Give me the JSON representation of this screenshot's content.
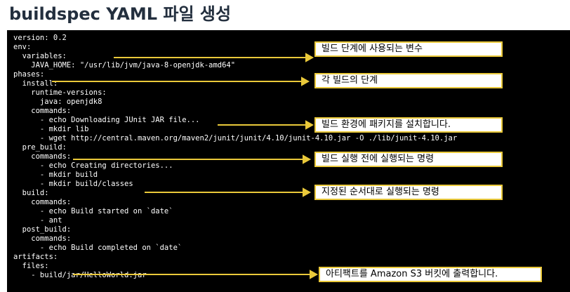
{
  "header": {
    "title": "buildspec YAML 파일 생성"
  },
  "code_lines": [
    "version: 0.2",
    "env:",
    "  variables:",
    "    JAVA_HOME: \"/usr/lib/jvm/java-8-openjdk-amd64\"",
    "phases:",
    "  install:",
    "    runtime-versions:",
    "      java: openjdk8",
    "    commands:",
    "      - echo Downloading JUnit JAR file...",
    "      - mkdir lib",
    "      - wget http://central.maven.org/maven2/junit/junit/4.10/junit-4.10.jar -O ./lib/junit-4.10.jar",
    "  pre_build:",
    "    commands:",
    "      - echo Creating directories...",
    "      - mkdir build",
    "      - mkdir build/classes",
    "  build:",
    "    commands:",
    "      - echo Build started on `date`",
    "      - ant",
    "  post_build:",
    "    commands:",
    "      - echo Build completed on `date`",
    "artifacts:",
    "  files:",
    "    - build/jar/HelloWorld.jar"
  ],
  "callouts": {
    "variables": "빌드 단계에 사용되는 변수",
    "install": "각 빌드의 단계",
    "commands": "빌드 환경에 패키지를 설치합니다.",
    "pre_build": "빌드 실행 전에 실행되는 명령",
    "sequence": "지정된 순서대로 실행되는 명령",
    "artifacts": "아티팩트를 Amazon S3 버킷에 출력합니다."
  },
  "colors": {
    "code_background": "#000000",
    "code_text": "#ffffff",
    "callout_border": "#eac93a",
    "arrow": "#eac93a",
    "title": "#232f3e"
  }
}
